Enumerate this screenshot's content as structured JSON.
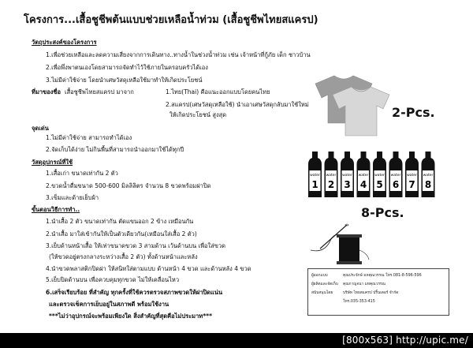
{
  "title": "โครงการ...เสื้อชูชีพต้นแบบช่วยเหลือน้ำท่วม (เสื้อชูชีพไทยสแครป)",
  "objectives": {
    "heading": "วัตถุประสงค์ของโครงการ",
    "items": [
      "1.เพื่อช่วยเหลือและลดความเสี่ยงจากการเดินทาง..ทางน้ำในช่วงน้ำท่วม เช่น เจ้าหน้าที่กู้ภัย  เด็ก ชาวบ้าน",
      "2.เพื่อพึ่งพาตนเองโดยสามารถจัดทำไว้ใช้ภายในครอบครัวได้เอง",
      "3.ไม่มีค่าใช้จ่าย โดยนำเศษวัสดุเหลือใช้มาทำให้เกิดประโยชน์"
    ]
  },
  "origin": {
    "heading": "ที่มาของชื่อ",
    "name": "เสื้อชูชีพไทยสแครป มาจาก",
    "points": [
      "1.ไทย(Thai) คือแนะออกแบบโดยคนไทย",
      "2.สแครป(เศษวัสดุเหลือใช้) นำเอาเศษวัสดุกลับมาใช้ใหม่",
      "ให้เกิดประโยชน์ สูงสุด"
    ]
  },
  "highlights": {
    "heading": "จุดเด่น",
    "items": [
      "1.ไม่มีค่าใช้จ่าย สามารถทำได้เอง",
      "2.จัดเก็บได้ง่าย ไม่กินพื้นที่สามารถนำออกมาใช้ได้ทุกปี"
    ]
  },
  "materials": {
    "heading": "วัสดุอุปกรณ์ที่ใช้",
    "items": [
      "1.เสื้อเก่า ขนาดเท่ากัน 2 ตัว",
      "2.ขวดน้ำดื่มขนาด  500-600 มิลลิลิตร จำนวน 8 ขวดพร้อมฝาปิด",
      "3.เข็มและด้ายเย็บผ้า"
    ]
  },
  "steps": {
    "heading": "ขั้นตอนวิธีการทำ..",
    "items": [
      "1.นำเสื้อ 2 ตัว ขนาดเท่ากัน ตัดแขนออก 2 ข้าง เหมือนกัน",
      "2.นำเสื้อ มาใส่เข้ากันให้เป็นตัวเดียวกัน(เหมือนใส่เสื้อ 2 ตัว)",
      "3.เย็บด้านหน้าเสื้อ ให้เท่าขนาดขวด 3 สามด้าน เว้นด้านบน เพื่อใส่ขวด",
      "(ให้ขวดอยู่ตรงกลางระหว่างเสื้อ 2 ตัว) ทั้งด้านหน้าและหลัง",
      "4.นำขวดพลาสติกปิดฝา ให้สนิทใส่ตามแบบ ด้านหน้า 4 ขวด และด้านหลัง 4 ขวด",
      "5.เย็บปิดด้านบน เพื่อควบคุมทุกขวด ไม่ให้เคลื่อนไหว",
      "6.เสร็จเรียบร้อย ที่สำคัญ ทุกครั้งที่ใช้ควรตรวจสภาพขวดให้ฝาปิดแน่น",
      "และตรวจเช็คการเย็บอยู่ในสภาพดี พร้อมใช้งาน",
      "***ไม่ว่าอุปกรณ์จะพร้อมเพียงใด  สิ่งสำคัญที่สุดคือไม่ประมาท***"
    ]
  },
  "labels": {
    "two_pcs": "2-Pcs.",
    "eight_pcs": "8-Pcs.",
    "bottle_word": "water",
    "bottle_numbers": [
      "1",
      "2",
      "3",
      "4",
      "5",
      "6",
      "7",
      "8"
    ]
  },
  "credits": [
    {
      "label": "ผู้ออกแบบ",
      "value": "คุณประจักษ์  มหคุณวรรณ โทร.081-8-596-596"
    },
    {
      "label": "ผู้ผลิตและจัดเก็บ",
      "value": "คุณกาญจนา  มหคุณวรรณ"
    },
    {
      "label": "สนับสนุนโดย",
      "value": "บริษัท ไทยสแครป ปริ้นเตอร์ จำกัด"
    },
    {
      "label": "",
      "value": "โทร.035-353-415"
    }
  ],
  "watermark": "[800x563] http://upic.me/",
  "colors": {
    "shirt_gray": "#9c9c9c",
    "shirt_light": "#d7d7d7",
    "bottle_black": "#111111",
    "page": "#ffffff"
  }
}
